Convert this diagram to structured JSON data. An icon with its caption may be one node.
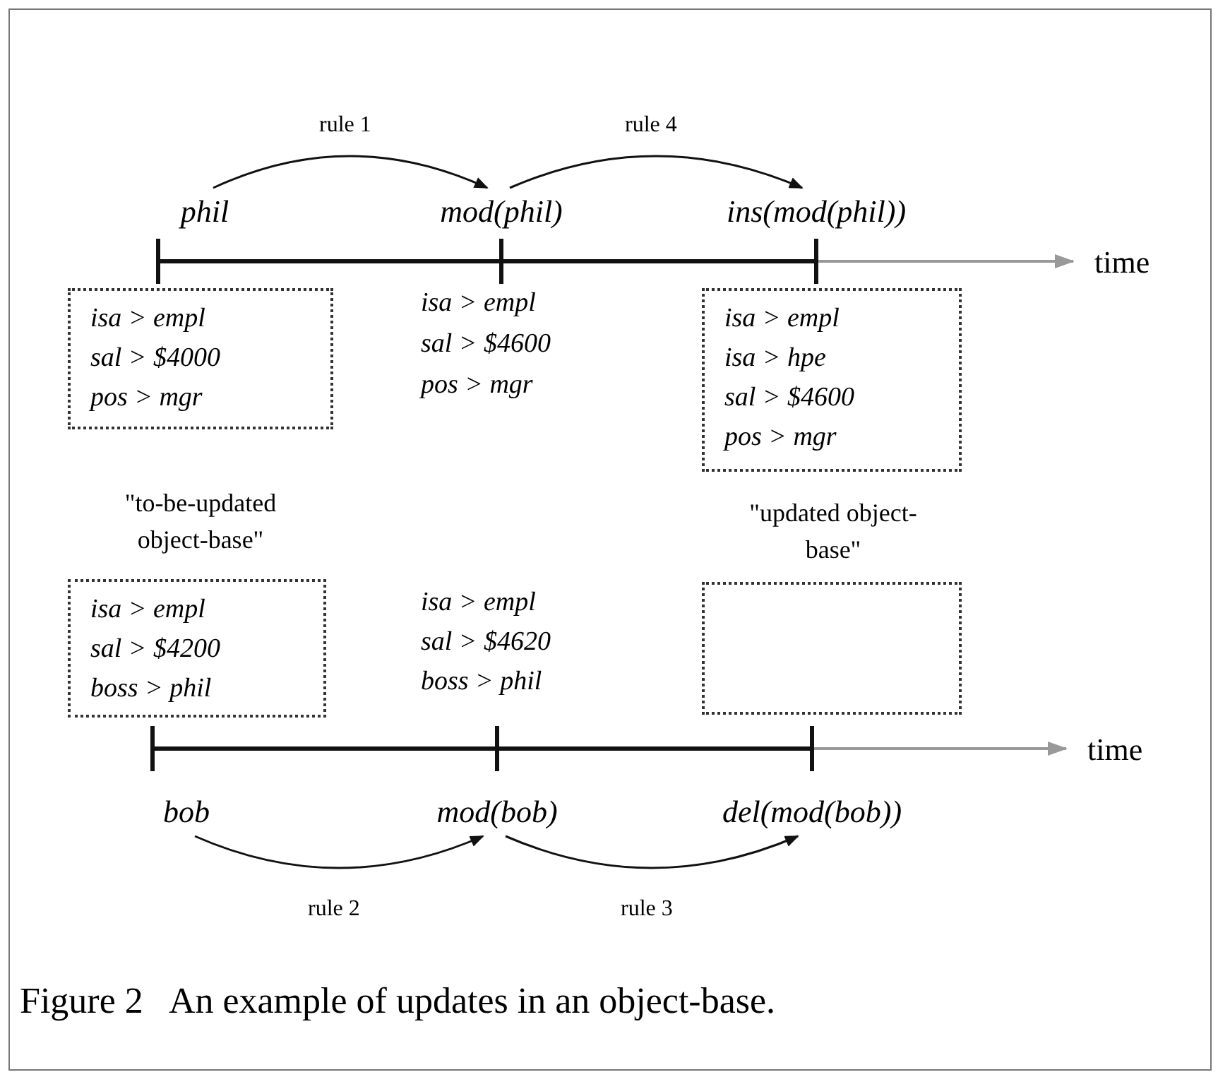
{
  "diagram": {
    "caption": "Figure 2   An example of updates in an object-base.",
    "nodes": [
      {
        "text": [
          "phil"
        ]
      },
      {
        "text": [
          "mod(phil)"
        ]
      },
      {
        "text": [
          "ins(mod(phil))"
        ]
      },
      {
        "text": [
          "isa > empl",
          "sal > $4000",
          "pos > mgr"
        ]
      },
      {
        "text": [
          "isa > empl",
          "isa > hpe",
          "sal > $4600",
          "pos > mgr"
        ]
      },
      {
        "text": [
          "isa > empl",
          "sal > $4200",
          "boss > phil"
        ]
      },
      {
        "text": [],
        "shape": "box"
      },
      {
        "text": [
          "bob"
        ]
      },
      {
        "text": [
          "mod(bob)"
        ]
      },
      {
        "text": [
          "del(mod(bob))"
        ]
      }
    ],
    "edges": [
      {
        "from": 0,
        "to": 1,
        "arrow": "to",
        "label": "rule 1"
      },
      {
        "from": 1,
        "to": 2,
        "arrow": "to",
        "label": "rule 4"
      },
      {
        "from": 7,
        "to": 8,
        "arrow": "to",
        "label": "rule 2"
      },
      {
        "from": 8,
        "to": 9,
        "arrow": "to",
        "label": "rule 3"
      }
    ],
    "labels": [
      "time",
      "isa > empl",
      "sal > $4600",
      "pos > mgr",
      "\"to-be-updated object-base\"",
      "\"updated object-base\"",
      "isa > empl",
      "sal > $4620",
      "boss > phil",
      "time"
    ]
  }
}
